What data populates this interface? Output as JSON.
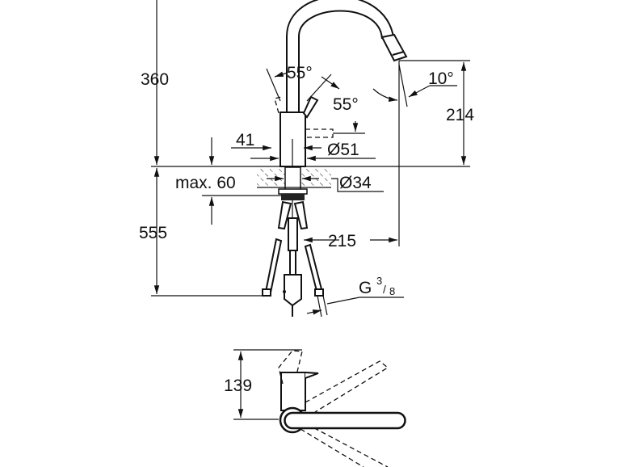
{
  "drawing": {
    "side_view": {
      "height_above_counter": "360",
      "depth_below_counter": "555",
      "spout_height": "214",
      "spout_reach": "215",
      "lever_angle_back": "55°",
      "lever_angle_forward": "55°",
      "spout_tilt": "10°",
      "body_offset": "41",
      "body_diameter": "Ø51",
      "max_counter_thickness": "max. 60",
      "hole_diameter": "Ø34",
      "connection_thread": "G",
      "connection_size_num": "3",
      "connection_size_den": "8"
    },
    "top_view": {
      "lever_height": "139"
    }
  }
}
